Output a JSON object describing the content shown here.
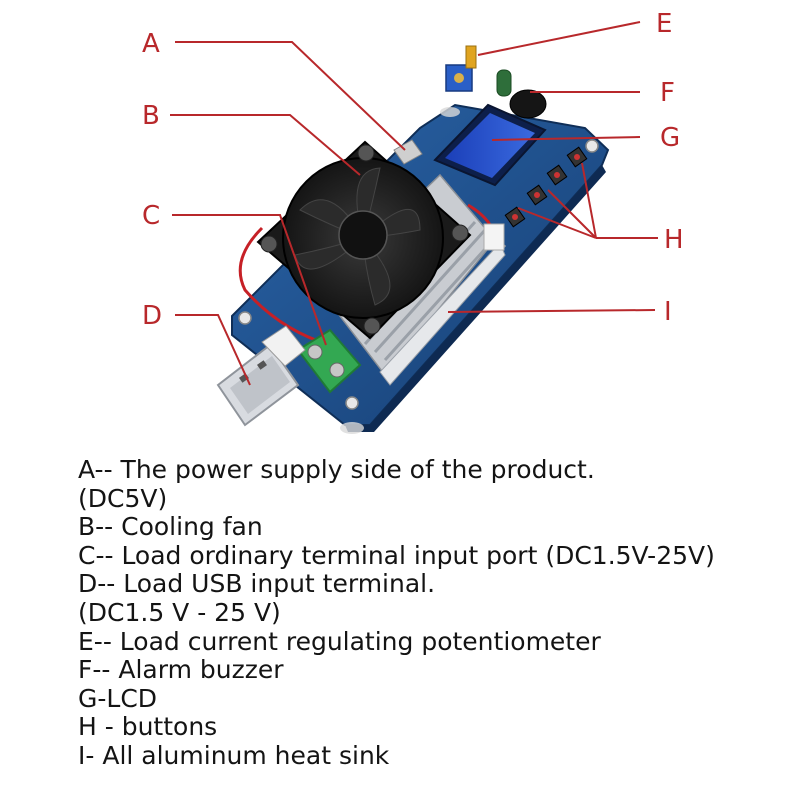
{
  "callouts": {
    "a": "A",
    "b": "B",
    "c": "C",
    "d": "D",
    "e": "E",
    "f": "F",
    "g": "G",
    "h": "H",
    "i": "I"
  },
  "legend": [
    "A-- The power supply side of the product.",
    "(DC5V)",
    "B-- Cooling fan",
    "C-- Load ordinary terminal input port (DC1.5V-25V)",
    "D-- Load USB input terminal.",
    "(DC1.5 V - 25 V)",
    "E-- Load current regulating potentiometer",
    "F-- Alarm buzzer",
    "G-LCD",
    "H - buttons",
    "I- All aluminum heat sink"
  ],
  "colors": {
    "callout": "#b8282b",
    "pcb": "#1e4f8c",
    "text": "#141414"
  }
}
